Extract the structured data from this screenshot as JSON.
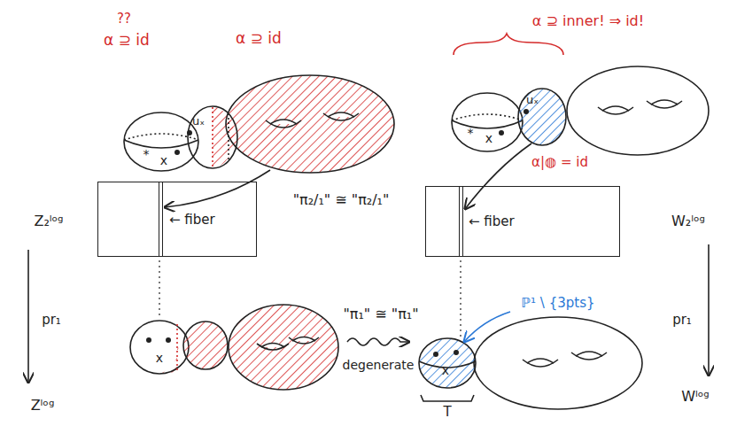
{
  "diagram": {
    "nodes": [
      {
        "text": [
          "← fiber"
        ]
      },
      {
        "text": [
          "← fiber"
        ]
      }
    ],
    "labels": [
      "??",
      "α ⊇ id",
      "α ⊇ id",
      "*",
      "x",
      "uₓ",
      "α ⊇ inner! ⇒ id!",
      "*",
      "x",
      "uₓ",
      "α|◍ = id",
      "\"π₂/₁\" ≅ \"π₂/₁\"",
      "Z₂ˡᵒᵍ",
      "W₂ˡᵒᵍ",
      "pr₁",
      "pr₁",
      "Zˡᵒᵍ",
      "Wˡᵒᵍ",
      "x",
      "\"π₁\" ≅ \"π₁\"",
      "degenerate",
      "ℙ¹ \\ {3pts}",
      "x",
      "T"
    ]
  }
}
